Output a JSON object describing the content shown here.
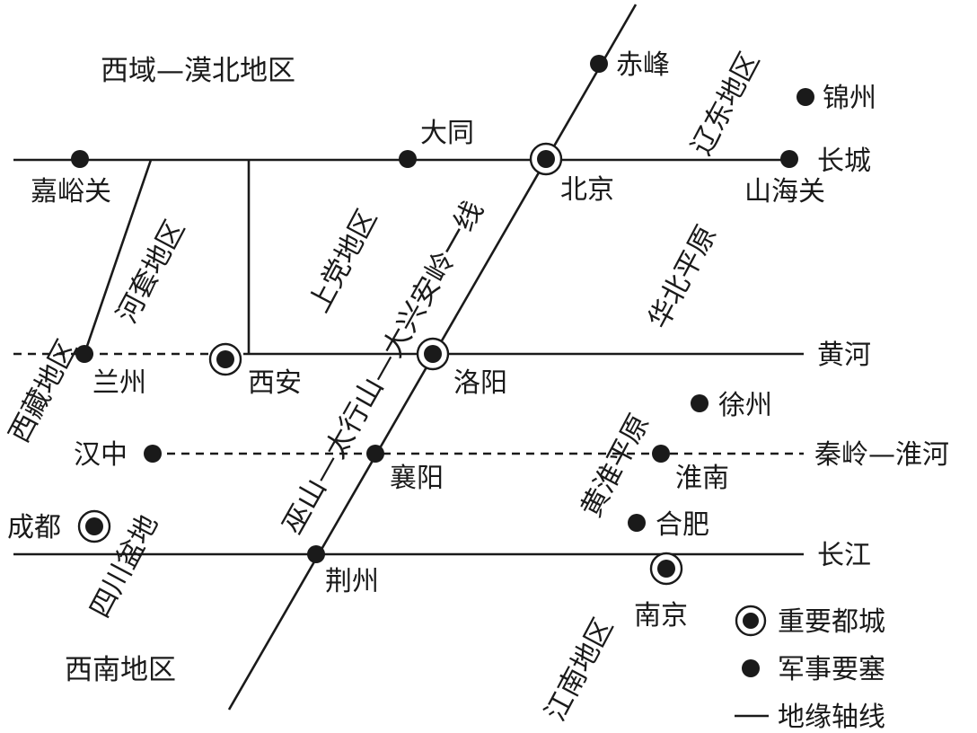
{
  "regions": {
    "xiyu_mobei": "西域—漠北地区",
    "liaodong": "辽东地区",
    "hetao": "河套地区",
    "shangdang": "上党地区",
    "huabei": "华北平原",
    "xizang": "西藏地区",
    "huanghuai": "黄淮平原",
    "sichuan": "四川盆地",
    "jiangnan": "江南地区",
    "xinan": "西南地区"
  },
  "lines": {
    "changcheng": "长城",
    "huanghe": "黄河",
    "qinling_huaihe": "秦岭—淮河",
    "changjiang": "长江",
    "diagonal": "巫山—太行山—大兴安岭一线"
  },
  "capitals": {
    "beijing": "北京",
    "xian": "西安",
    "luoyang": "洛阳",
    "chengdu": "成都",
    "nanjing": "南京"
  },
  "fortresses": {
    "chifeng": "赤峰",
    "jinzhou": "锦州",
    "datong": "大同",
    "jiayuguan": "嘉峪关",
    "shanhaiguan": "山海关",
    "lanzhou": "兰州",
    "xuzhou": "徐州",
    "hanzhong": "汉中",
    "xiangyang": "襄阳",
    "huainan": "淮南",
    "hefei": "合肥",
    "jingzhou": "荆州"
  },
  "legend": {
    "capital": "重要都城",
    "fortress": "军事要塞",
    "axis": "地缘轴线"
  }
}
